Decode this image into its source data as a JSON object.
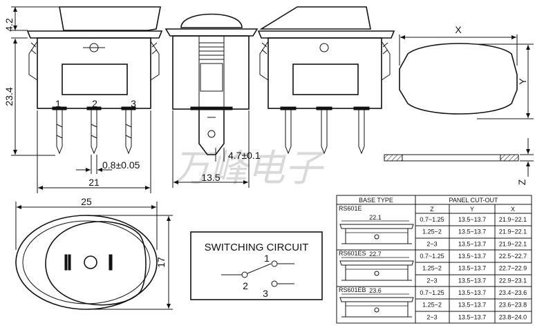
{
  "dimensions": {
    "h42": "4.2",
    "h234": "23.4",
    "pin_width": "0.8±0.05",
    "width21": "21",
    "tab": "4.7±0.1",
    "width135": "13.5",
    "cut_x": "X",
    "cut_y": "Y",
    "cut_z": "Z",
    "width25": "25",
    "height17": "17"
  },
  "pins": [
    "1",
    "2",
    "3"
  ],
  "circuit": {
    "title": "SWITCHING CIRCUIT",
    "terminals": [
      "1",
      "2",
      "3"
    ]
  },
  "watermark": "万峰电子",
  "table": {
    "col_base": "BASE TYPE",
    "col_panel": "PANEL CUT-OUT",
    "sub_z": "Z",
    "sub_y": "Y",
    "sub_x": "X",
    "groups": [
      {
        "name": "RS601E",
        "width": "22.1",
        "rows": [
          [
            "0.7~1.25",
            "13.5~13.7",
            "21.9~22.1"
          ],
          [
            "1.25~2",
            "13.5~13.7",
            "21.9~22.1"
          ],
          [
            "2~3",
            "13.5~13.7",
            "21.9~22.1"
          ]
        ]
      },
      {
        "name": "RS601ES",
        "width": "22.7",
        "rows": [
          [
            "0.7~1.25",
            "13.5~13.7",
            "22.5~22.7"
          ],
          [
            "1.25~2",
            "13.5~13.7",
            "22.7~22.9"
          ],
          [
            "2~3",
            "13.5~13.7",
            "22.9~23.1"
          ]
        ]
      },
      {
        "name": "RS601EB",
        "width": "23.6",
        "rows": [
          [
            "0.7~1.25",
            "13.5~13.7",
            "23.4~23.6"
          ],
          [
            "1.25~2",
            "13.5~13.7",
            "23.6~23.8"
          ],
          [
            "2~3",
            "13.5~13.7",
            "23.8~24.0"
          ]
        ]
      }
    ]
  }
}
